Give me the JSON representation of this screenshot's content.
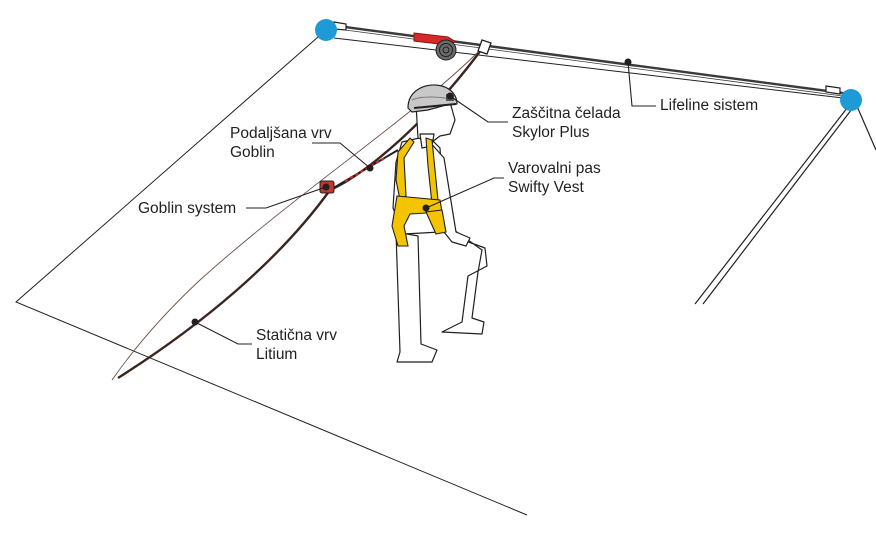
{
  "labels": {
    "helmet": [
      "Zaščitna čelada",
      "Skylor Plus"
    ],
    "lifeline": [
      "Lifeline sistem"
    ],
    "harness": [
      "Varovalni pas",
      "Swifty Vest"
    ],
    "lanyard": [
      "Podaljšana vrv",
      "Goblin"
    ],
    "goblin": [
      "Goblin system"
    ],
    "rope": [
      "Statična vrv",
      "Litium"
    ]
  },
  "colors": {
    "line": "#231f20",
    "anchor": "#1e9ad6",
    "harness": "#f5c400",
    "device": "#d42a2a",
    "helmet": "#c8c8c8"
  }
}
